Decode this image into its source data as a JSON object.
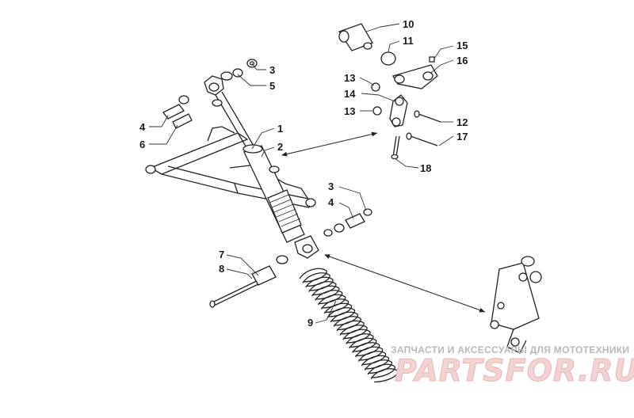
{
  "callouts": {
    "c1": "1",
    "c2": "2",
    "c3a": "3",
    "c5": "5",
    "c4a": "4",
    "c6": "6",
    "c3b": "3",
    "c4b": "4",
    "c7": "7",
    "c8": "8",
    "c9": "9",
    "c10": "10",
    "c11": "11",
    "c15": "15",
    "c16": "16",
    "c13a": "13",
    "c14": "14",
    "c13b": "13",
    "c12": "12",
    "c17": "17",
    "c18": "18"
  },
  "watermark": {
    "tagline": "ЗАПЧАСТИ И АКСЕССУАРЫ ДЛЯ МОТОТЕХНИКИ",
    "brand": "PARTSFOR.RU"
  },
  "colors": {
    "line": "#222222",
    "watermark_text": "#b9b9b9",
    "watermark_brand": "#f3d2d2"
  }
}
